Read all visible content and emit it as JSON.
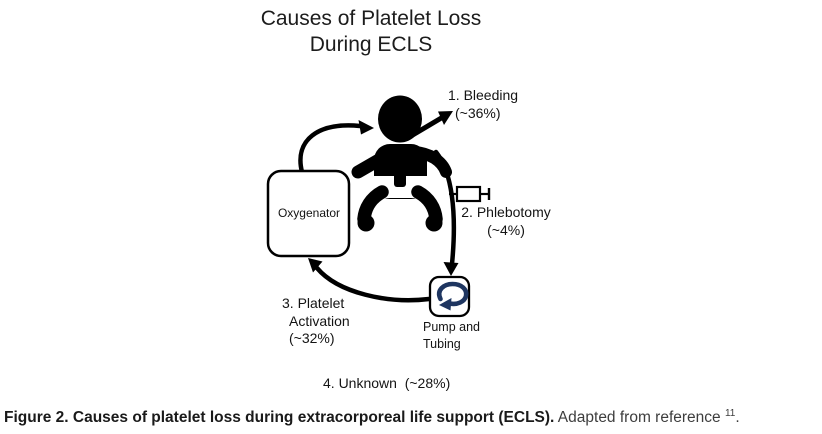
{
  "title": {
    "line1": "Causes of Platelet Loss",
    "line2": "During ECLS"
  },
  "nodes": {
    "oxygenator": {
      "label": "Oxygenator"
    },
    "pump": {
      "line1": "Pump and",
      "line2": "Tubing"
    }
  },
  "labels": {
    "bleeding": {
      "line1": "1. Bleeding",
      "line2": "(~36%)"
    },
    "phlebotomy": {
      "line1": "2. Phlebotomy",
      "line2": "(~4%)"
    },
    "platelet_activation": {
      "line1": "3. Platelet",
      "line2": "Activation",
      "line3": "(~32%)"
    },
    "unknown": {
      "line1": "4. Unknown  (~28%)"
    }
  },
  "caption": {
    "bold": "Figure 2. Causes of platelet loss during extracorporeal life support (ECLS).",
    "regular": " Adapted from reference ",
    "superscript": "11",
    "suffix": "."
  },
  "icons": {
    "patient": "baby-patient-icon",
    "syringe": "syringe-icon",
    "pump_rotation": "pump-rotation-icon"
  },
  "colors": {
    "ink": "#000000",
    "pump_arrow": "#1e3560",
    "caption_regular": "#3d3d3d"
  }
}
